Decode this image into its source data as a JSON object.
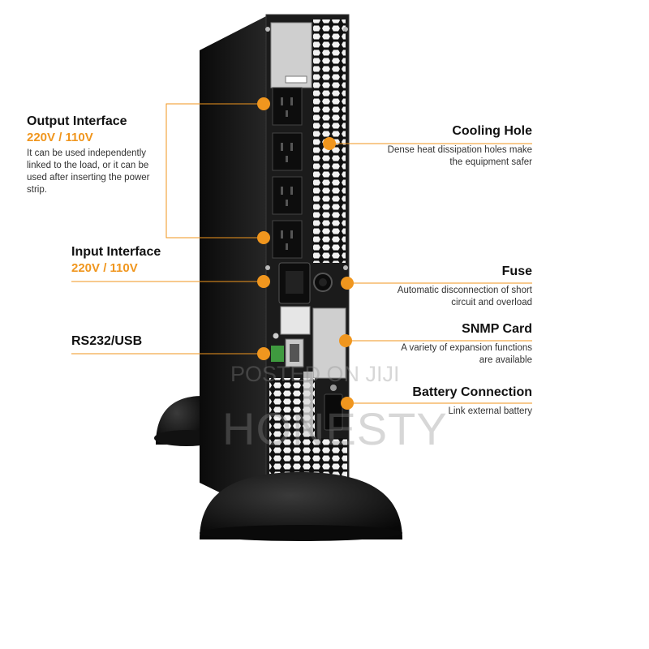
{
  "colors": {
    "accent": "#f0961e",
    "device_body": "#1b1b1b",
    "panel": "#cfcfcf",
    "text": "#111111"
  },
  "callouts": {
    "output_interface": {
      "title": "Output Interface",
      "voltage": "220V / 110V",
      "description": "It can be used independently linked to the load, or it can be used after inserting the power strip."
    },
    "input_interface": {
      "title": "Input Interface",
      "voltage": "220V / 110V"
    },
    "rs232_usb": {
      "title": "RS232/USB"
    },
    "cooling_hole": {
      "title": "Cooling Hole",
      "description_line1": "Dense heat dissipation holes make",
      "description_line2": "the equipment safer"
    },
    "fuse": {
      "title": "Fuse",
      "description_line1": "Automatic disconnection of short",
      "description_line2": "circuit and overload"
    },
    "snmp_card": {
      "title": "SNMP Card",
      "description_line1": "A variety of expansion functions",
      "description_line2": "are available"
    },
    "battery_connection": {
      "title": "Battery Connection",
      "description": "Link external battery"
    }
  },
  "watermark": {
    "line1": "POSTED ON JIJI",
    "line2": "HONESTY"
  }
}
